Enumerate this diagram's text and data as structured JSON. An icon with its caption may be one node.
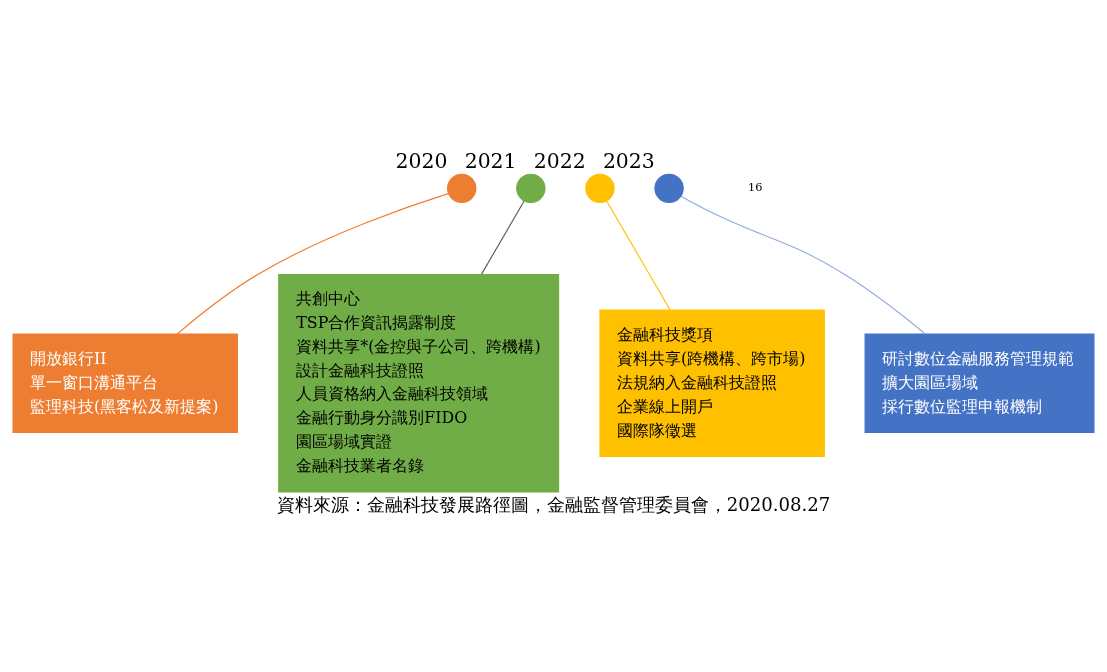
{
  "diagram": {
    "caption": "資料來源：金融科技發展路徑圖，金融監督管理委員會，2020.08.27",
    "nodes": [
      {
        "text": [
          "共創中心",
          "TSP合作資訊揭露制度",
          "資料共享*(金控與子公司、跨機構)",
          "設計金融科技證照",
          "人員資格納入金融科技領域",
          "金融行動身分識別FIDO",
          "園區場域實證",
          "金融科技業者名錄"
        ]
      },
      {
        "text": [
          "開放銀行II",
          "單一窗口溝通平台",
          "監理科技(黑客松及新提案)"
        ]
      },
      {
        "text": [],
        "shape": "circle",
        "beside": [
          "2020"
        ]
      },
      {
        "text": [],
        "shape": "circle",
        "beside": [
          "2021"
        ]
      },
      {
        "text": [],
        "shape": "circle",
        "beside": [
          "2022"
        ]
      },
      {
        "text": [],
        "shape": "circle",
        "beside": [
          "2023"
        ]
      },
      {
        "text": [
          "金融科技獎項",
          "資料共享(跨機構、跨市場)",
          "法規納入金融科技證照",
          "企業線上開戶",
          "國際隊徵選"
        ]
      },
      {
        "text": [
          "研討數位金融服務管理規範",
          "擴大園區場域",
          "採行數位監理申報機制"
        ]
      }
    ],
    "edges": [
      {
        "from": 2,
        "to": 1,
        "arrow": "none",
        "color": "#ed7d31"
      },
      {
        "from": 3,
        "to": 0,
        "arrow": "none",
        "color": "#595959"
      },
      {
        "from": 4,
        "to": 6,
        "arrow": "none",
        "color": "#ffc000"
      },
      {
        "from": 5,
        "to": 7,
        "arrow": "none",
        "color": "#8faadc"
      }
    ],
    "labels": [
      "16"
    ]
  }
}
